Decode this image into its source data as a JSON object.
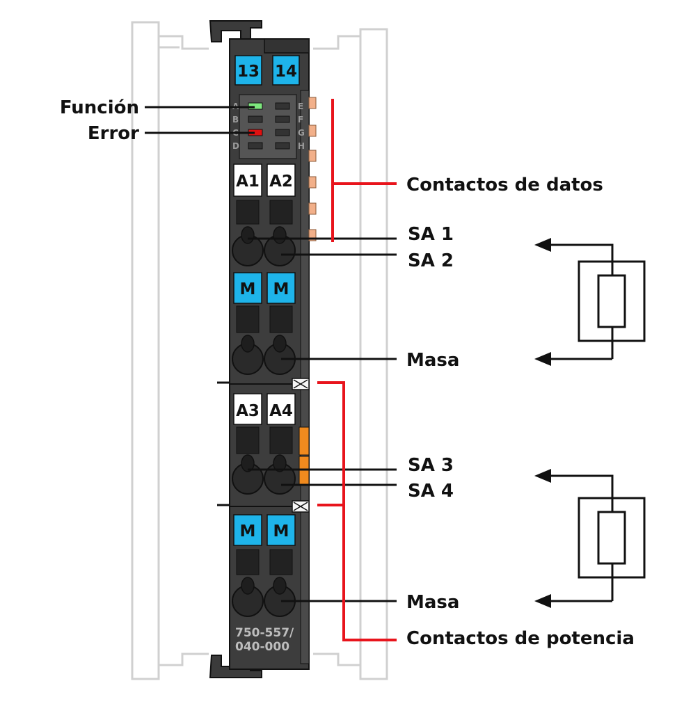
{
  "colors": {
    "body": "#3d3d3d",
    "body_dark": "#262626",
    "accent_blue": "#1eb4ea",
    "leader_red": "#e8141c",
    "led_green": "#7ee87e",
    "led_red": "#e01010",
    "power_orange": "#f08a1e",
    "data_contact": "#f2b08a",
    "rail": "#d0d0d0"
  },
  "module": {
    "part_number_line1": "750-557/",
    "part_number_line2": "040-000",
    "top_labels": [
      "13",
      "14"
    ],
    "slot_labels": [
      "A1",
      "A2",
      "M",
      "M",
      "A3",
      "A4",
      "M",
      "M"
    ],
    "led_letters_left": [
      "A",
      "B",
      "C",
      "D"
    ],
    "led_letters_right": [
      "E",
      "F",
      "G",
      "H"
    ]
  },
  "labels": {
    "funcion": "Función",
    "error": "Error",
    "contactos_datos": "Contactos de datos",
    "sa1": "SA 1",
    "sa2": "SA 2",
    "masa1": "Masa",
    "sa3": "SA 3",
    "sa4": "SA 4",
    "masa2": "Masa",
    "contactos_potencia": "Contactos de potencia"
  }
}
